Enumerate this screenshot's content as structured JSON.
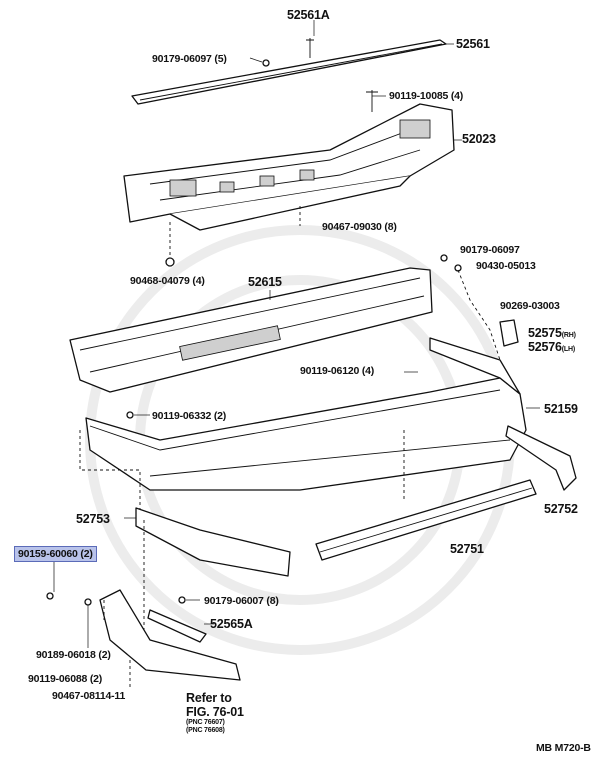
{
  "diagram": {
    "footer_code": "MB M720-B",
    "refer_note": {
      "line1": "Refer to",
      "line2": "FIG. 76-01",
      "line3": "(PNC 76607)",
      "line4": "(PNC 76608)"
    },
    "labels": {
      "p52561A": "52561A",
      "p52561": "52561",
      "p9017906097_5": "90179-06097 (5)",
      "p9011910085": "90119-10085 (4)",
      "p52023": "52023",
      "p9046709030": "90467-09030 (8)",
      "p9017906097": "90179-06097",
      "p9043005013": "90430-05013",
      "p9046804079": "90468-04079 (4)",
      "p52615": "52615",
      "p9026903003": "90269-03003",
      "p52575": "52575",
      "p52575_suffix": "(RH)",
      "p52576": "52576",
      "p52576_suffix": "(LH)",
      "p9011906120": "90119-06120 (4)",
      "p9011906332": "90119-06332 (2)",
      "p52159": "52159",
      "p52753": "52753",
      "p52752": "52752",
      "p9015960060": "90159-60060 (2)",
      "p52751": "52751",
      "p9017906007": "90179-06007 (8)",
      "p52565A": "52565A",
      "p9018906018": "90189-06018 (2)",
      "p9011906088": "90119-06088 (2)",
      "p90467081141": "90467-08114-11"
    }
  }
}
